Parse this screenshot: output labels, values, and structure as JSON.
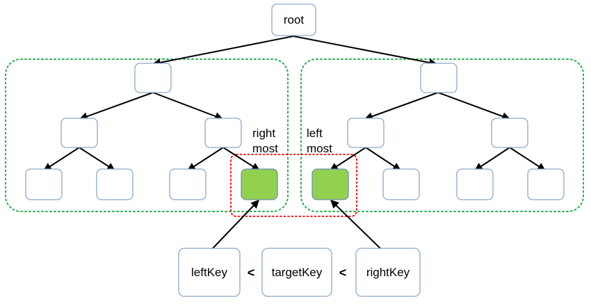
{
  "root_label": "root",
  "right_most_label": [
    "right",
    "most"
  ],
  "left_most_label": [
    "left",
    "most"
  ],
  "keys": {
    "left_key": "leftKey",
    "target_key": "targetKey",
    "right_key": "rightKey",
    "less_than_1": "<",
    "less_than_2": "<"
  },
  "colors": {
    "highlight_fill": "#92d050",
    "node_border": "#8fa8c8",
    "group_border": "#22b14c",
    "selection_border": "#ff0000",
    "edge": "#000000"
  }
}
